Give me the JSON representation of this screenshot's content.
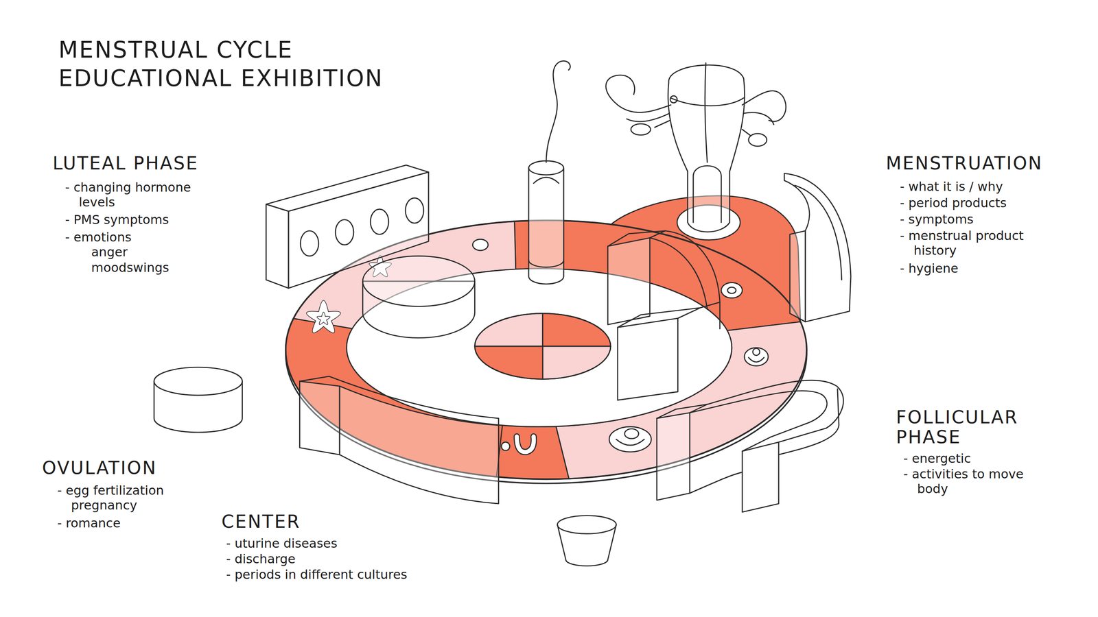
{
  "diagram": {
    "title": "MENSTRUAL CYCLE EDUCATIONAL EXHIBITION",
    "labels": [
      "LUTEAL PHASE",
      "- changing hormone levels",
      "- PMS symptoms",
      "- emotions",
      "anger",
      "moodswings",
      "MENSTRUATION",
      "- what it is / why",
      "- period products",
      "- symptoms",
      "- menstrual product history",
      "- hygiene",
      "FOLLICULAR PHASE",
      "- energetic",
      "- activities to move body",
      "OVULATION",
      "- egg fertilization pregnancy",
      "- romance",
      "CENTER",
      "- uturine diseases",
      "- discharge",
      "- periods in different cultures"
    ]
  }
}
